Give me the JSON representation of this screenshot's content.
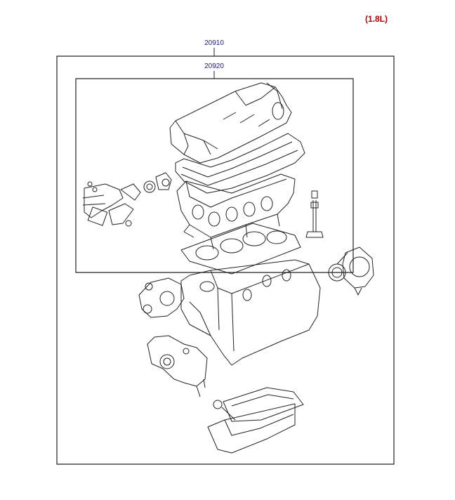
{
  "header": {
    "engine_spec": "(1.8L)"
  },
  "labels": {
    "outer_kit": "20910",
    "inner_kit": "20920"
  },
  "colors": {
    "engine_spec": "#c00000",
    "labels": "#1a1a80",
    "line": "#222222"
  }
}
